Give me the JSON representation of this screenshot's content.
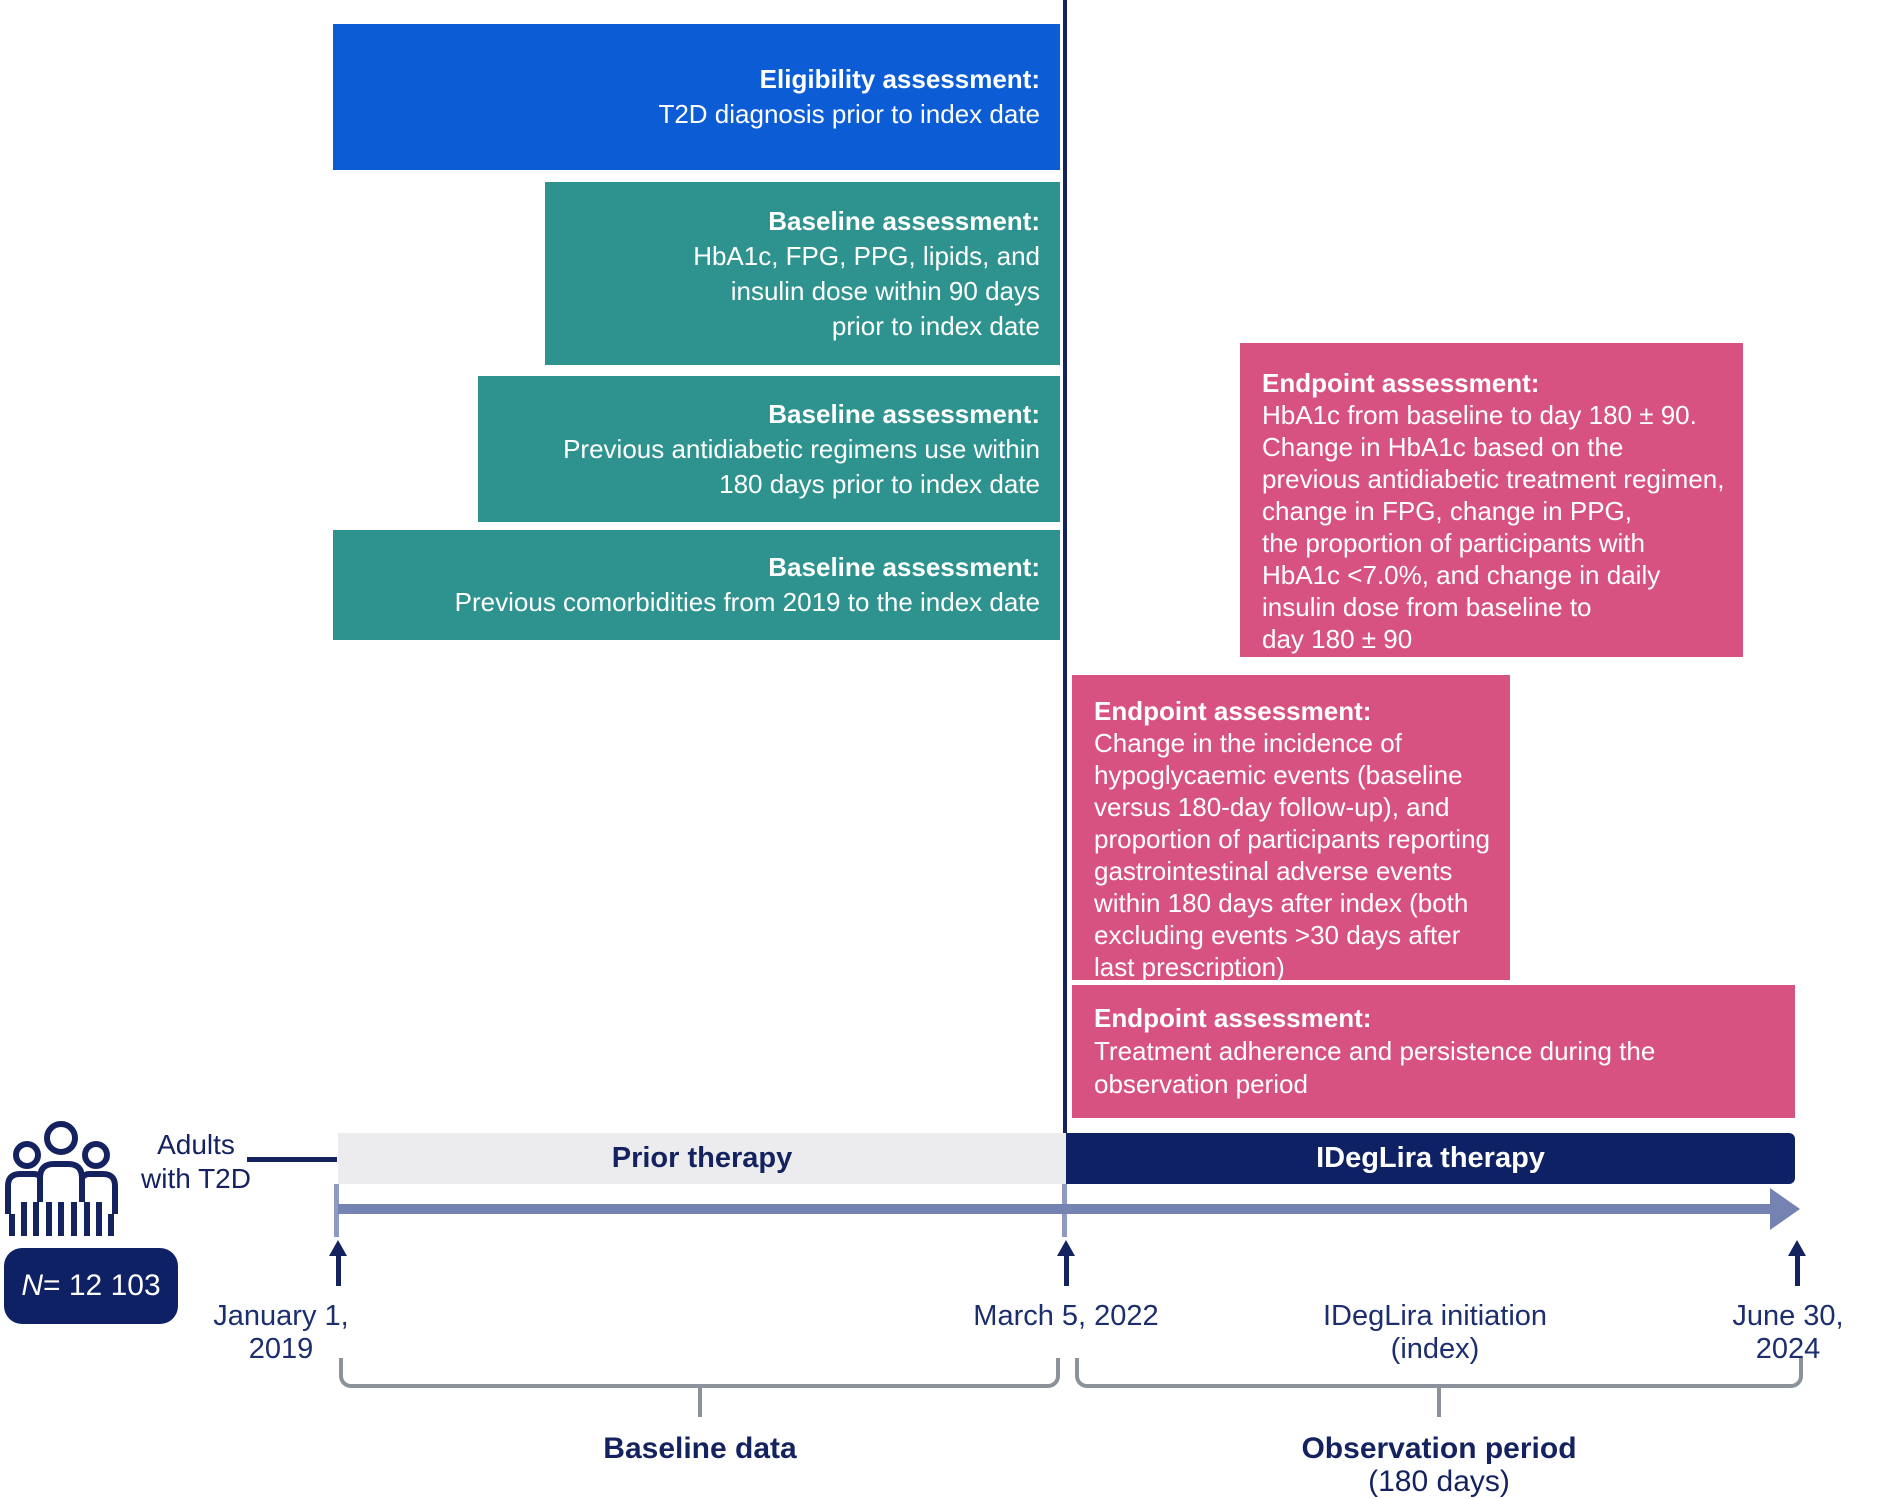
{
  "figure": {
    "type": "study-design-timeline",
    "colors": {
      "eligibility_blue": "#0c5cd6",
      "baseline_teal": "#2e938e",
      "endpoint_pink": "#d75280",
      "navy": "#0e2164",
      "text_navy": "#1c2e6e",
      "timeline_arrow": "#7583b2",
      "tick_light": "#8d9ac5",
      "prior_bar_gray": "#ececee",
      "bracket_gray": "#8c929c"
    }
  },
  "boxes": {
    "eligibility": {
      "title": "Eligibility assessment:",
      "lines": [
        "T2D diagnosis prior to index date"
      ]
    },
    "baseline90": {
      "title": "Baseline assessment:",
      "lines": [
        "HbA1c, FPG, PPG, lipids, and",
        "insulin dose within 90 days",
        "prior to index date"
      ]
    },
    "baseline180": {
      "title": "Baseline assessment:",
      "lines": [
        "Previous antidiabetic regimens use within",
        "180 days prior to index date"
      ]
    },
    "comorbidities": {
      "title": "Baseline assessment:",
      "lines": [
        "Previous comorbidities from 2019 to the index date"
      ]
    },
    "endpoint1": {
      "title": "Endpoint assessment:",
      "lines": [
        "HbA1c from baseline to day 180 ± 90.",
        "Change in HbA1c based on the",
        "previous antidiabetic treatment regimen,",
        "change in FPG, change in PPG,",
        "the proportion of participants with",
        "HbA1c <7.0%, and change in daily",
        "insulin dose from baseline to",
        "day 180 ± 90"
      ]
    },
    "endpoint2": {
      "title": "Endpoint assessment:",
      "lines": [
        "Change in the incidence of",
        "hypoglycaemic events (baseline",
        "versus 180-day follow-up), and",
        "proportion of participants reporting",
        "gastrointestinal adverse events",
        "within 180 days after index (both",
        "excluding events >30 days after",
        "last prescription)"
      ]
    },
    "endpoint3": {
      "title": "Endpoint assessment:",
      "lines": [
        "Treatment adherence and persistence during the",
        "observation period"
      ]
    }
  },
  "timeline": {
    "prior_label": "Prior therapy",
    "ideglira_label": "IDegLira therapy",
    "date_start": "January 1, 2019",
    "date_index": "March 5, 2022",
    "index_label": "IDegLira initiation (index)",
    "date_end": "June 30, 2024"
  },
  "population": {
    "label_line1": "Adults",
    "label_line2": "with T2D",
    "n_label": "N",
    "n_value": " = 12 103"
  },
  "periods": {
    "baseline": "Baseline data",
    "observation_line1": "Observation period",
    "observation_line2": "(180 days)"
  }
}
